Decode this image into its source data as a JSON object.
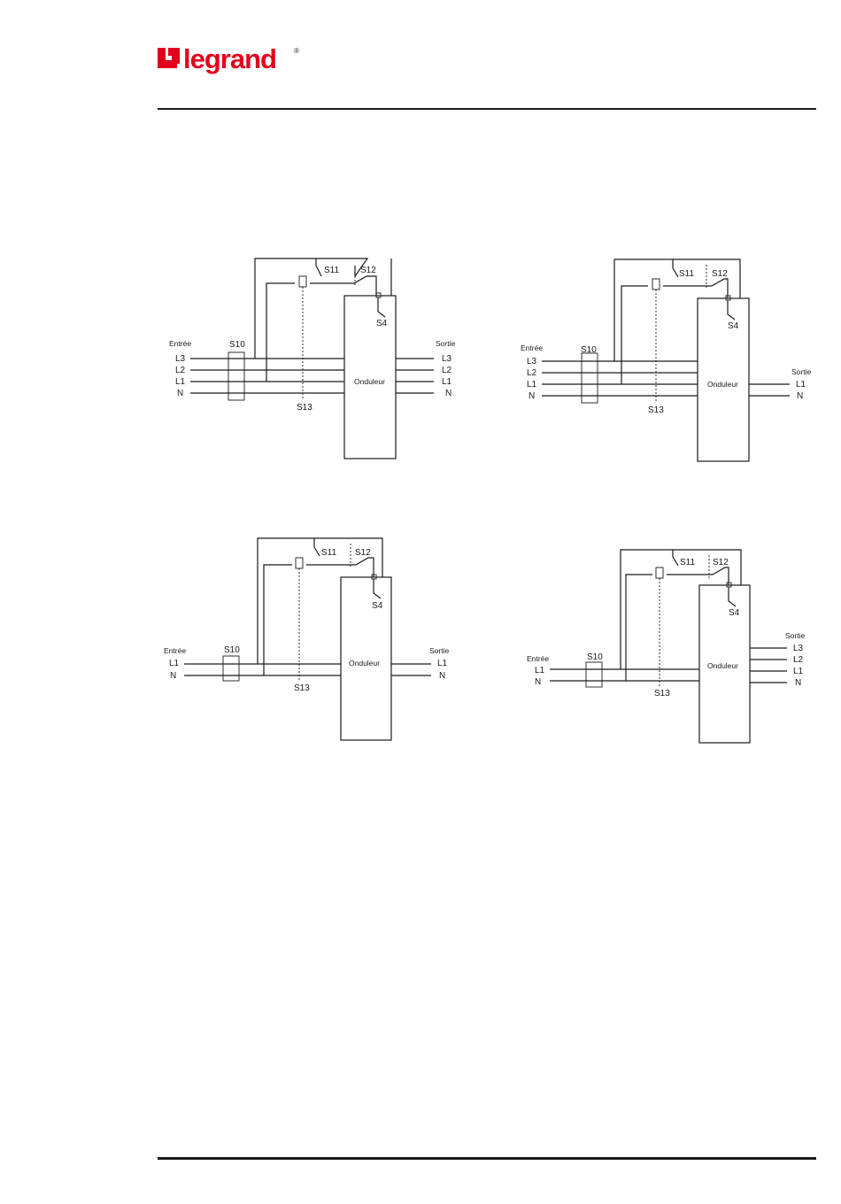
{
  "brand": {
    "name": "legrand",
    "registered": "®",
    "color": "#e3001b"
  },
  "diagrams": [
    {
      "id": "three-phase-in-three-phase-out",
      "entree": "Entrée",
      "sortie": "Sortie",
      "onduleur": "Onduleur",
      "inputs": [
        "L3",
        "L2",
        "L1",
        "N"
      ],
      "outputs": [
        "L3",
        "L2",
        "L1",
        "N"
      ],
      "switches": {
        "s10": "S10",
        "s11": "S11",
        "s12": "S12",
        "s13": "S13",
        "s4": "S4"
      }
    },
    {
      "id": "three-phase-in-single-phase-out",
      "entree": "Entrée",
      "sortie": "Sortie",
      "onduleur": "Onduleur",
      "inputs": [
        "L3",
        "L2",
        "L1",
        "N"
      ],
      "outputs": [
        "L1",
        "N"
      ],
      "switches": {
        "s10": "S10",
        "s11": "S11",
        "s12": "S12",
        "s13": "S13",
        "s4": "S4"
      }
    },
    {
      "id": "single-phase-in-single-phase-out",
      "entree": "Entrée",
      "sortie": "Sortie",
      "onduleur": "Onduleur",
      "inputs": [
        "L1",
        "N"
      ],
      "outputs": [
        "L1",
        "N"
      ],
      "switches": {
        "s10": "S10",
        "s11": "S11",
        "s12": "S12",
        "s13": "S13",
        "s4": "S4"
      }
    },
    {
      "id": "single-phase-in-three-phase-out",
      "entree": "Entrée",
      "sortie": "Sortie",
      "onduleur": "Onduleur",
      "inputs": [
        "L1",
        "N"
      ],
      "outputs": [
        "L3",
        "L2",
        "L1",
        "N"
      ],
      "switches": {
        "s10": "S10",
        "s11": "S11",
        "s12": "S12",
        "s13": "S13",
        "s4": "S4"
      }
    }
  ]
}
